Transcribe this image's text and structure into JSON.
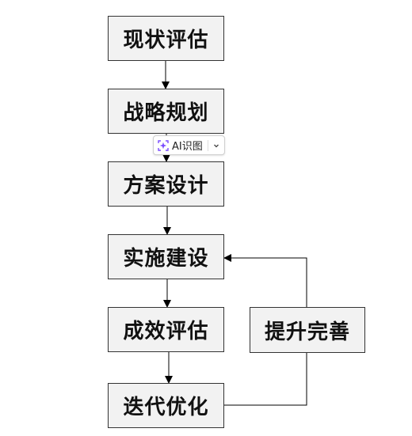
{
  "flowchart": {
    "steps": [
      {
        "id": "s1",
        "label": "现状评估"
      },
      {
        "id": "s2",
        "label": "战略规划"
      },
      {
        "id": "s3",
        "label": "方案设计"
      },
      {
        "id": "s4",
        "label": "实施建设"
      },
      {
        "id": "s5",
        "label": "成效评估"
      },
      {
        "id": "s6",
        "label": "迭代优化"
      }
    ],
    "side_step": {
      "id": "s7",
      "label": "提升完善"
    },
    "edges": [
      {
        "from": "s1",
        "to": "s2"
      },
      {
        "from": "s2",
        "to": "s3"
      },
      {
        "from": "s3",
        "to": "s4"
      },
      {
        "from": "s4",
        "to": "s5"
      },
      {
        "from": "s5",
        "to": "s6"
      },
      {
        "from": "s6",
        "to": "s7"
      },
      {
        "from": "s7",
        "to": "s4"
      }
    ]
  },
  "ai_chip": {
    "label": "AI识图",
    "icon": "ai-sparkle-icon",
    "accent_color": "#7b4dff"
  }
}
